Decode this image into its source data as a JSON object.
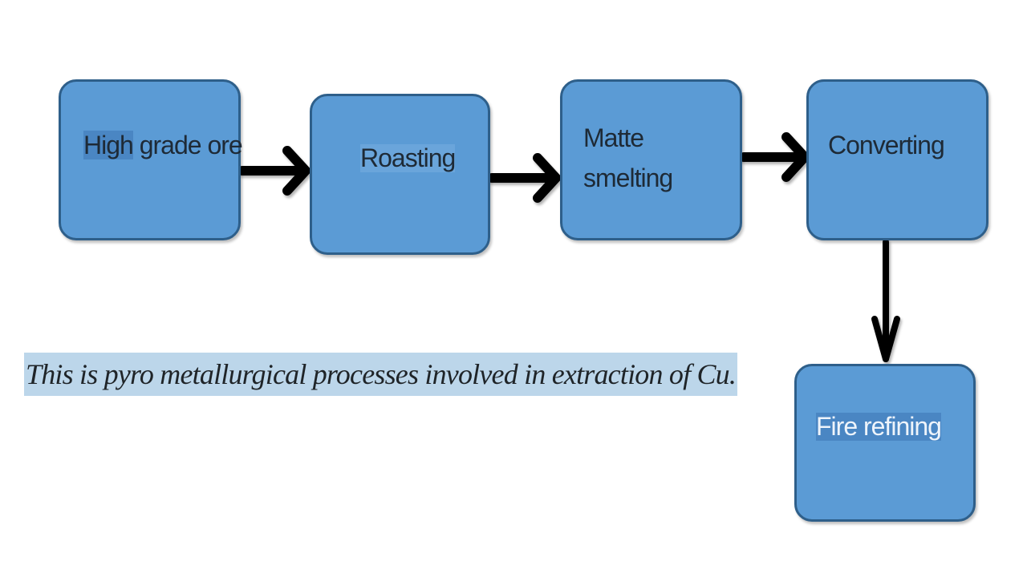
{
  "diagram": {
    "steps": [
      {
        "id": "high",
        "label_part1": "High",
        "label_part2": " grade ore"
      },
      {
        "id": "roast",
        "label": "Roasting"
      },
      {
        "id": "matte",
        "label": "Matte smelting"
      },
      {
        "id": "conv",
        "label": "Converting"
      },
      {
        "id": "fire",
        "label": "Fire refining"
      }
    ],
    "caption": "This is pyro metallurgical processes involved in extraction of Cu.",
    "colors": {
      "box_fill": "#5b9bd5",
      "box_border": "#2e5f8a",
      "arrow": "#000000",
      "caption_highlight": "#bcd6ea"
    }
  }
}
